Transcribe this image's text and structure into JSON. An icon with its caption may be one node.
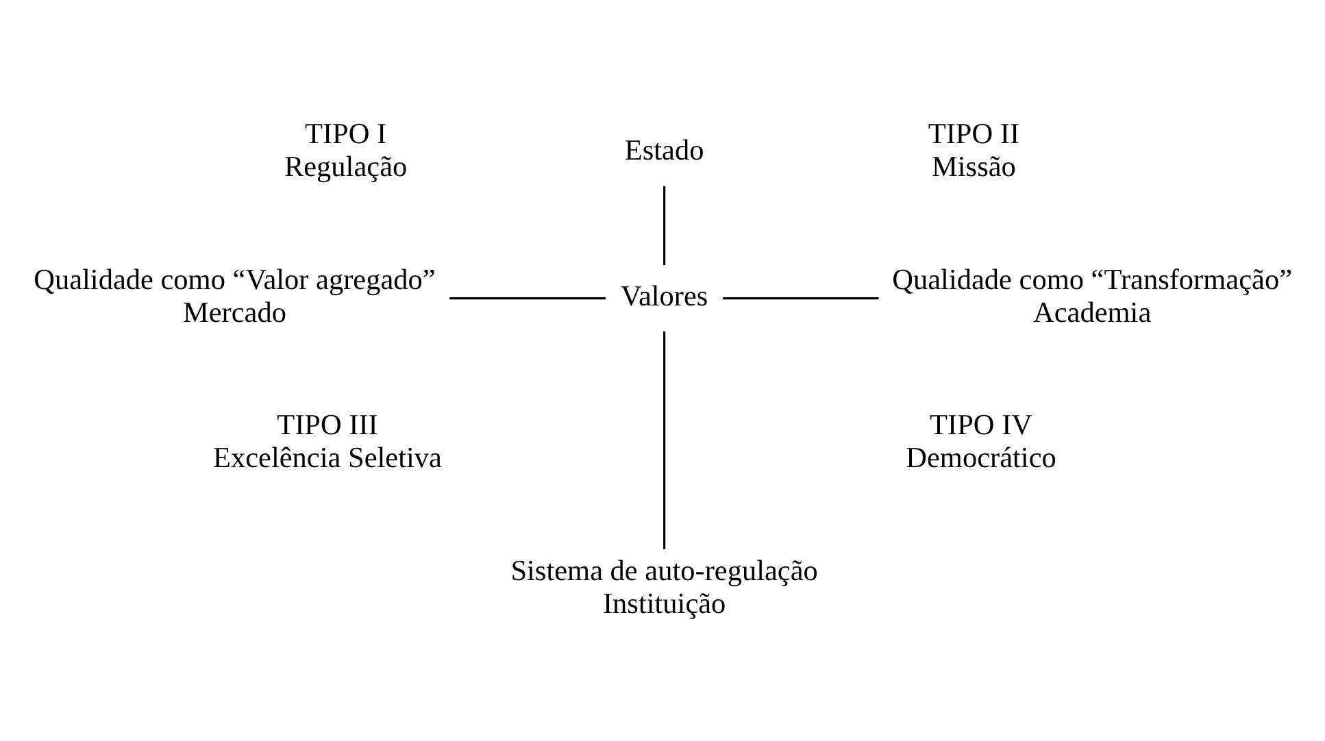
{
  "diagram": {
    "nodes": [
      {
        "text": [
          "Estado"
        ]
      },
      {
        "text": [
          "Qualidade como “Valor agregado”",
          "Mercado"
        ]
      },
      {
        "text": [
          "Valores"
        ]
      },
      {
        "text": [
          "Qualidade como “Transformação”",
          "Academia"
        ]
      },
      {
        "text": [
          "Sistema de auto-regulação",
          "Instituição"
        ]
      }
    ],
    "edges": [
      {
        "from": 0,
        "to": 2,
        "arrow": "none"
      },
      {
        "from": 1,
        "to": 2,
        "arrow": "none"
      },
      {
        "from": 2,
        "to": 3,
        "arrow": "none"
      },
      {
        "from": 2,
        "to": 4,
        "arrow": "none"
      }
    ],
    "labels": [
      "TIPO I",
      "Regulação",
      "TIPO II",
      "Missão",
      "TIPO III",
      "Excelência Seletiva",
      "TIPO IV",
      "Democrático"
    ]
  }
}
